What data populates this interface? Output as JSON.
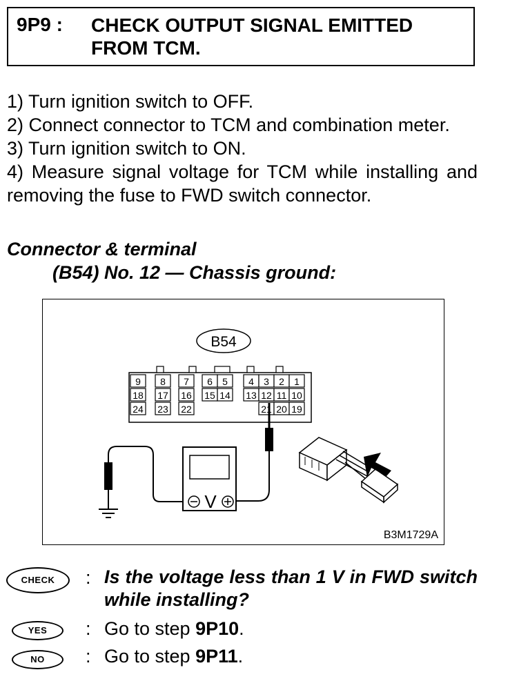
{
  "header": {
    "step_id": "9P9 :",
    "title": "CHECK OUTPUT SIGNAL EMITTED FROM TCM."
  },
  "instructions": [
    "1)  Turn ignition switch to OFF.",
    "2)  Connect connector to TCM and combination meter.",
    "3)  Turn ignition switch to ON.",
    "4)  Measure signal voltage for TCM while installing and removing the fuse to FWD switch connector."
  ],
  "connector_terminal": {
    "heading": "Connector & terminal",
    "spec": "(B54) No. 12 — Chassis ground:"
  },
  "figure": {
    "connector_label": "B54",
    "figure_code": "B3M1729A",
    "meter_symbol": "V",
    "pins_row1": [
      "9",
      "8",
      "7",
      "6",
      "5",
      "4",
      "3",
      "2",
      "1"
    ],
    "pins_row2": [
      "18",
      "17",
      "16",
      "15",
      "14",
      "13",
      "12",
      "11",
      "10"
    ],
    "pins_row3": [
      "24",
      "23",
      "22",
      "21",
      "20",
      "19"
    ],
    "icons": [
      "connector-diagram",
      "voltmeter-icon",
      "ground-symbol-icon",
      "probe-icon",
      "arrow-icon"
    ]
  },
  "check": {
    "badge": "CHECK",
    "question": "Is the voltage less than 1 V in FWD switch while installing?"
  },
  "yes": {
    "badge": "YES",
    "text": "Go to step ",
    "target": "9P10",
    "end": "."
  },
  "no": {
    "badge": "NO",
    "text": "Go to step ",
    "target": "9P11",
    "end": "."
  },
  "separator": ":"
}
